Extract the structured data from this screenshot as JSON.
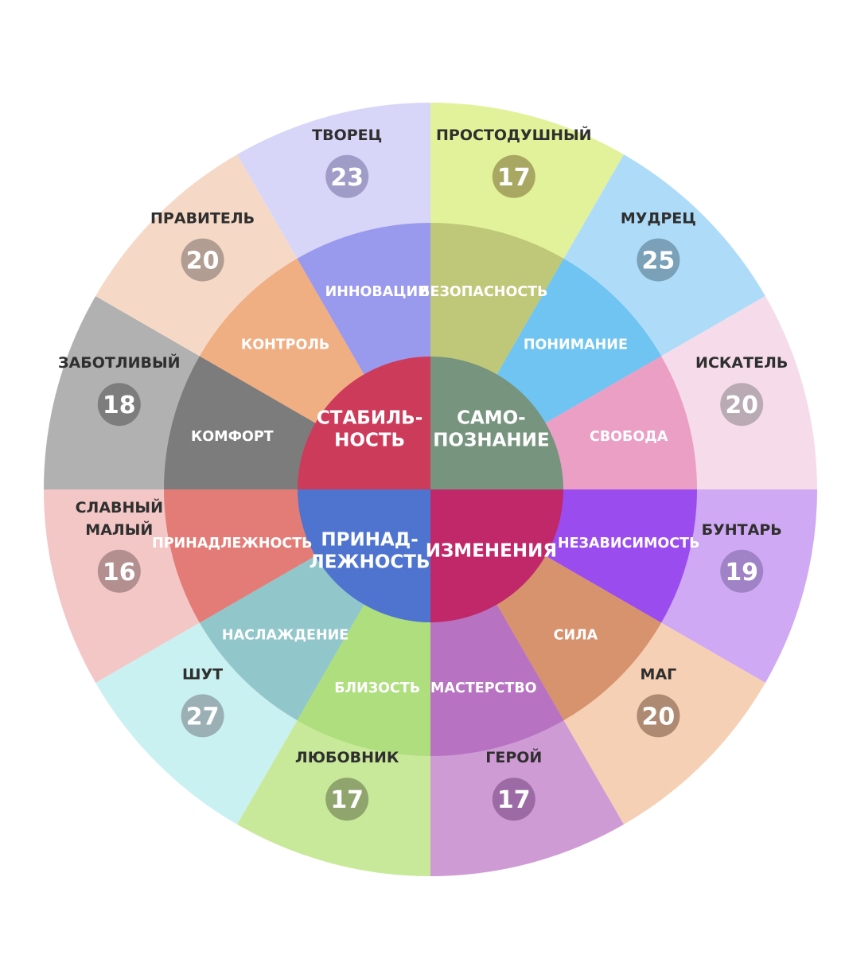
{
  "colors": {
    "outer": [
      "#e2f29a",
      "#aedcf8",
      "#f6dcea",
      "#cfa9f3",
      "#f6d0b4",
      "#cf9bd5",
      "#c9e99a",
      "#c9f1f1",
      "#f3c7c6",
      "#b1b1b1",
      "#f5d9c6",
      "#d7d5f8"
    ],
    "middle": [
      "#bfc878",
      "#6fc4f2",
      "#eb9fc5",
      "#9a4cef",
      "#d7926e",
      "#b773c2",
      "#aede7e",
      "#91c6ca",
      "#e37c77",
      "#7c7c7c",
      "#f0ae83",
      "#9999ee"
    ],
    "badge": [
      "#a9a862",
      "#7aa1b8",
      "#b9aab4",
      "#a083c6",
      "#ae8a73",
      "#9c6aa4",
      "#8fa56d",
      "#9ab0b4",
      "#b38f8f",
      "#7d7d7d",
      "#b19d91",
      "#a09cc8"
    ],
    "inner": [
      "#77947f",
      "#c1286a",
      "#4f74cf",
      "#cd3b5b"
    ]
  },
  "segments": [
    {
      "archetype": [
        "ПРОСТОДУШНЫЙ"
      ],
      "count": "17",
      "value": "БЕЗОПАСНОСТЬ"
    },
    {
      "archetype": [
        "МУДРЕЦ"
      ],
      "count": "25",
      "value": "ПОНИМАНИЕ"
    },
    {
      "archetype": [
        "ИСКАТЕЛЬ"
      ],
      "count": "20",
      "value": "СВОБОДА"
    },
    {
      "archetype": [
        "БУНТАРЬ"
      ],
      "count": "19",
      "value": "НЕЗАВИСИМОСТЬ"
    },
    {
      "archetype": [
        "МАГ"
      ],
      "count": "20",
      "value": "СИЛА"
    },
    {
      "archetype": [
        "ГЕРОЙ"
      ],
      "count": "17",
      "value": "МАСТЕРСТВО"
    },
    {
      "archetype": [
        "ЛЮБОВНИК"
      ],
      "count": "17",
      "value": "БЛИЗОСТЬ"
    },
    {
      "archetype": [
        "ШУТ"
      ],
      "count": "27",
      "value": "НАСЛАЖДЕНИЕ"
    },
    {
      "archetype": [
        "СЛАВНЫЙ",
        "МАЛЫЙ"
      ],
      "count": "16",
      "value": "ПРИНАДЛЕЖНОСТЬ"
    },
    {
      "archetype": [
        "ЗАБОТЛИВЫЙ"
      ],
      "count": "18",
      "value": "КОМФОРТ"
    },
    {
      "archetype": [
        "ПРАВИТЕЛЬ"
      ],
      "count": "20",
      "value": "КОНТРОЛЬ"
    },
    {
      "archetype": [
        "ТВОРЕЦ"
      ],
      "count": "23",
      "value": "ИННОВАЦИИ"
    }
  ],
  "quadrants": [
    {
      "lines": [
        "САМО-",
        "ПОЗНАНИЕ"
      ]
    },
    {
      "lines": [
        "ИЗМЕНЕНИЯ"
      ]
    },
    {
      "lines": [
        "ПРИНАД-",
        "ЛЕЖНОСТЬ"
      ]
    },
    {
      "lines": [
        "СТАБИЛЬ-",
        "НОСТЬ"
      ]
    }
  ]
}
